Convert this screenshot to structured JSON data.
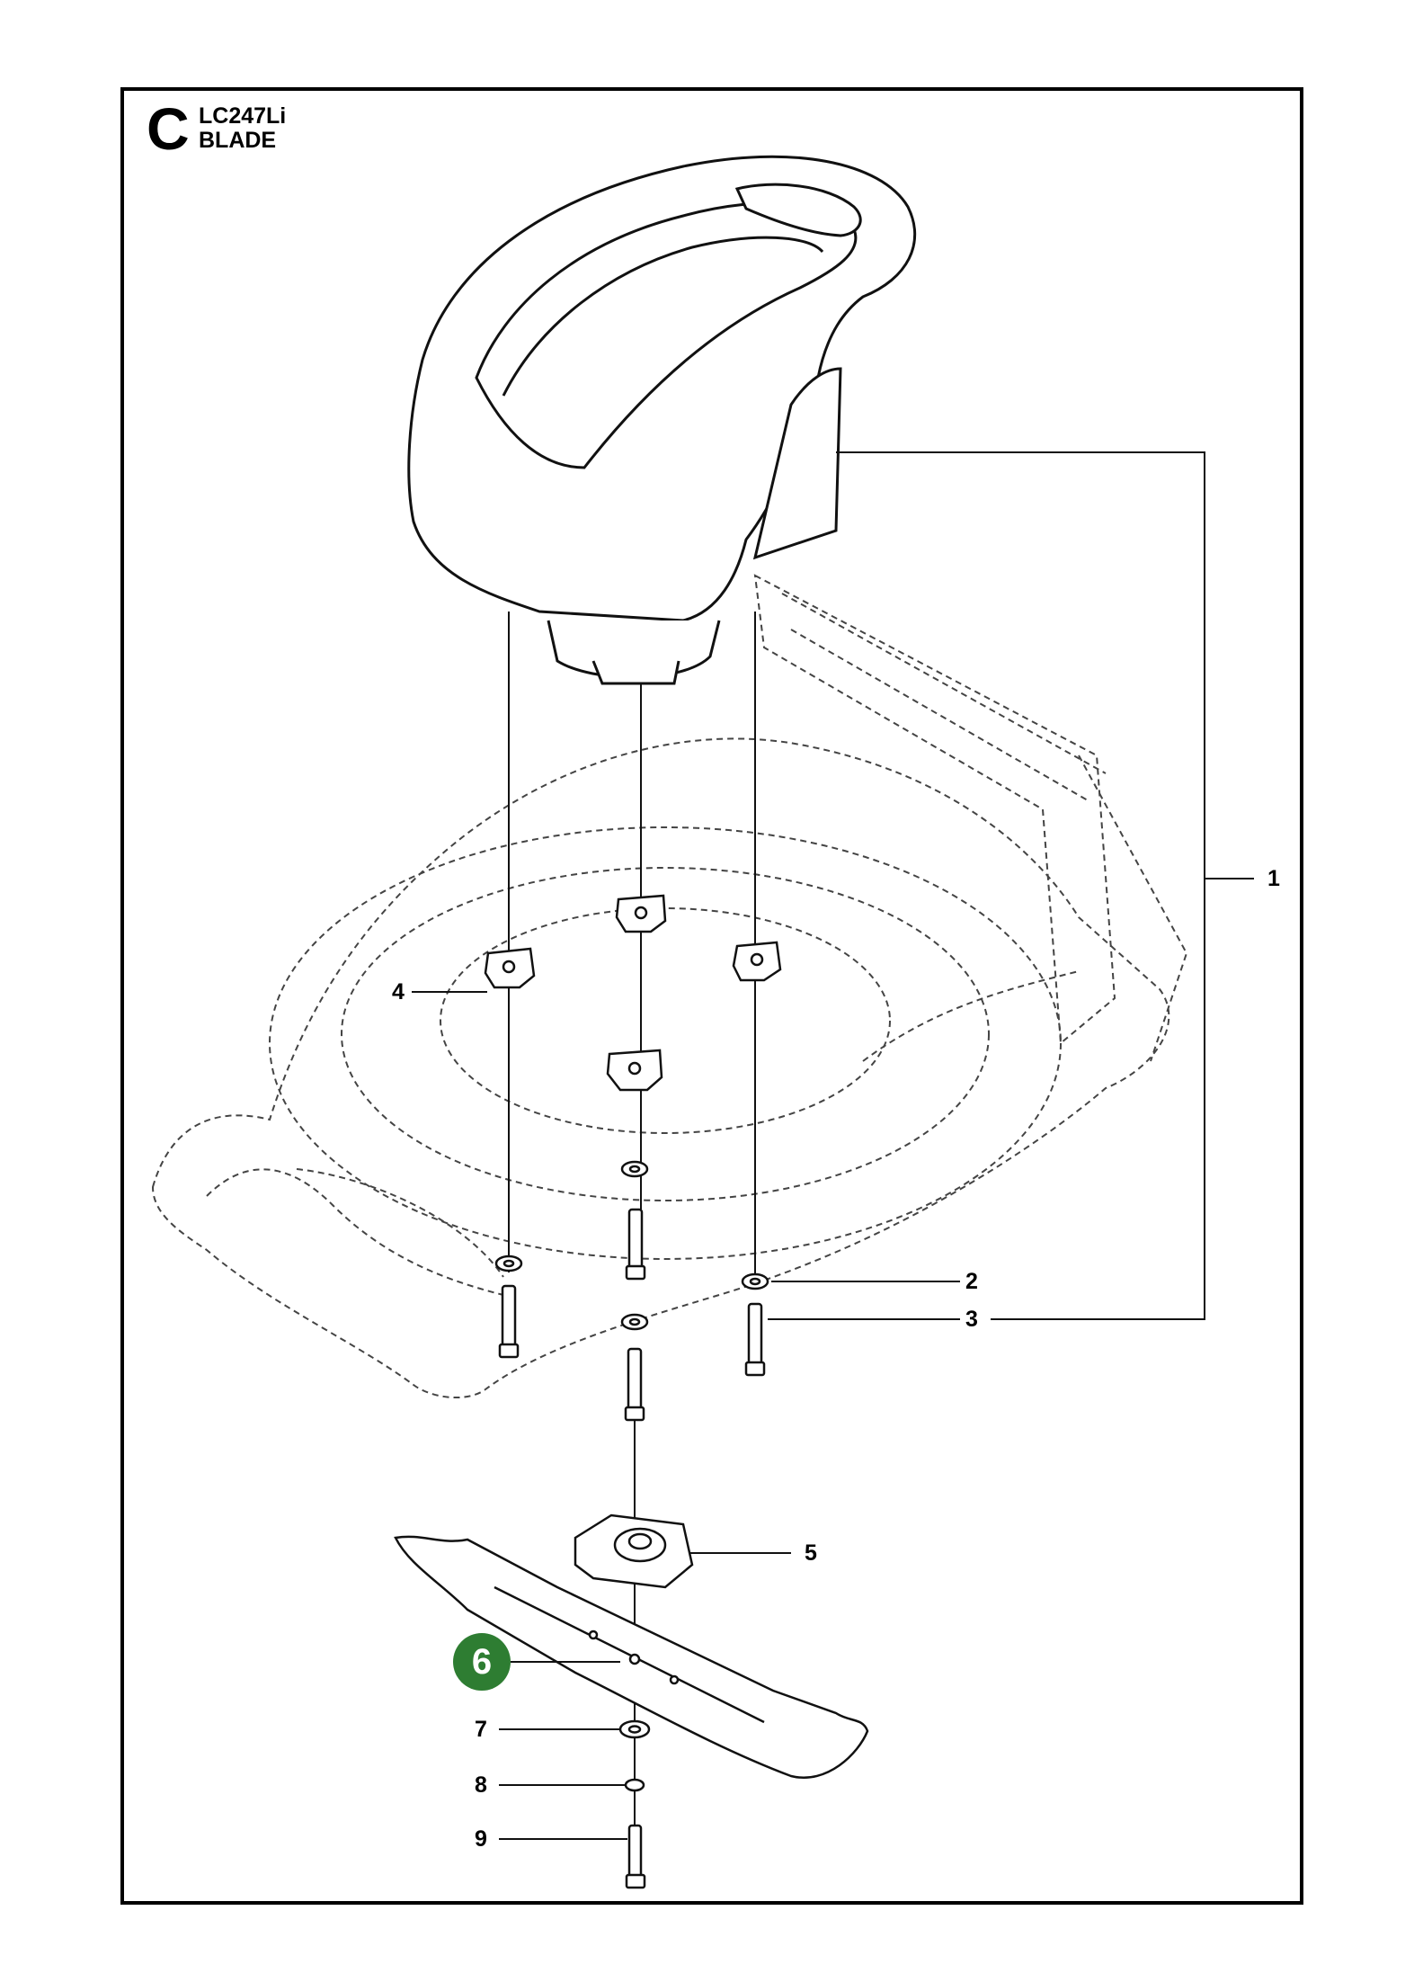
{
  "header": {
    "section_letter": "C",
    "model": "LC247Li",
    "title": "BLADE"
  },
  "callouts": {
    "c1": "1",
    "c2": "2",
    "c3": "3",
    "c4": "4",
    "c5": "5",
    "c6": "6",
    "c7": "7",
    "c8": "8",
    "c9": "9"
  },
  "highlight": {
    "part": "6",
    "color": "#2e7d32"
  }
}
